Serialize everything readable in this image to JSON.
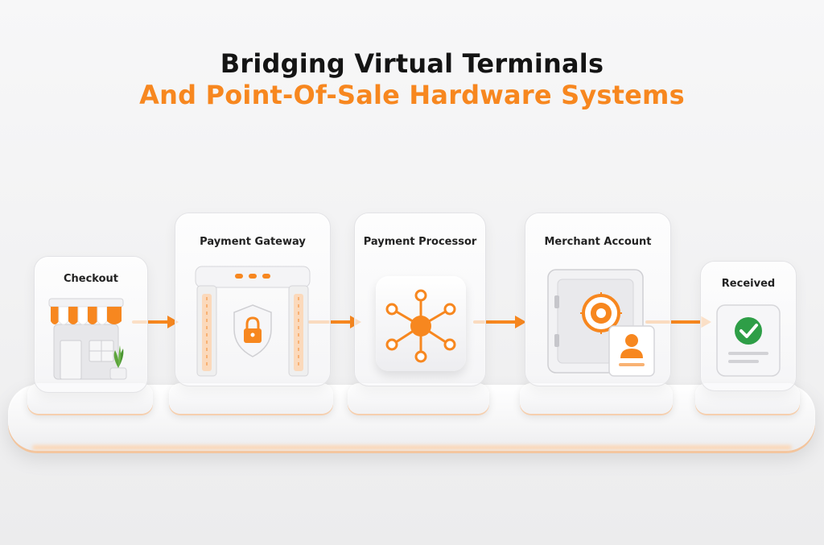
{
  "title": {
    "line1": "Bridging Virtual Terminals",
    "line2": "And Point-Of-Sale Hardware Systems"
  },
  "stages": [
    {
      "label": "Checkout",
      "icon": "storefront-icon"
    },
    {
      "label": "Payment Gateway",
      "icon": "shield-lock-icon"
    },
    {
      "label": "Payment Processor",
      "icon": "network-hub-icon"
    },
    {
      "label": "Merchant Account",
      "icon": "safe-vault-icon"
    },
    {
      "label": "Received",
      "icon": "checkmark-receipt-icon"
    }
  ],
  "colors": {
    "accent": "#f7871f",
    "success": "#2e9e47",
    "text": "#141414"
  }
}
